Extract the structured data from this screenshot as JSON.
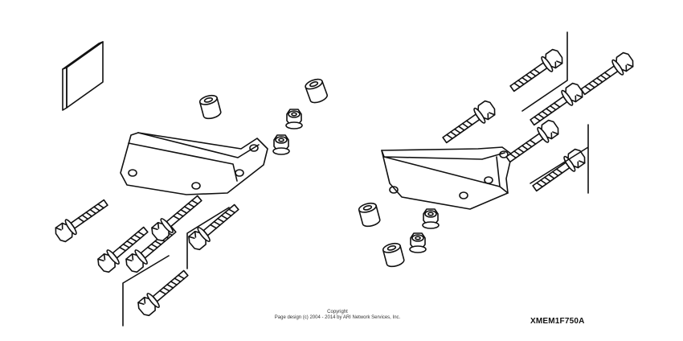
{
  "diagram": {
    "copyright_line1": "Copyright",
    "copyright_line2": "Page design (c) 2004 - 2014 by ARI Network Services, Inc.",
    "figure_code": "XMEM1F750A"
  }
}
